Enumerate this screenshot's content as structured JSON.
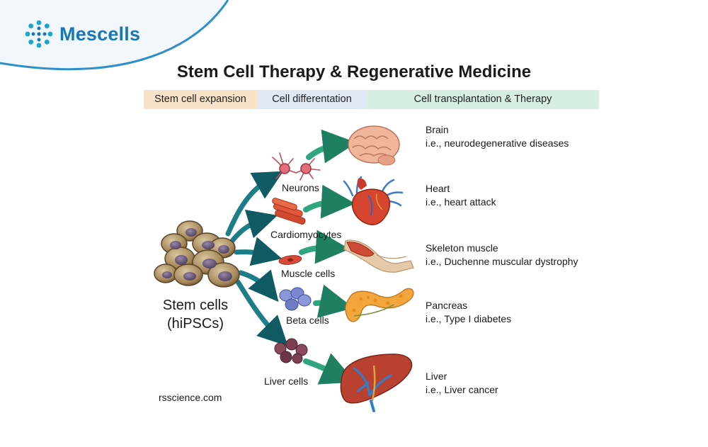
{
  "brand": {
    "name": "Mescells",
    "logo_icon": "dotted-ring-icon",
    "accent": "#1778b5"
  },
  "title": "Stem Cell Therapy & Regenerative Medicine",
  "stages": [
    {
      "label": "Stem cell expansion",
      "color": "#f8e2c8"
    },
    {
      "label": "Cell differentation",
      "color": "#dfe9f5"
    },
    {
      "label": "Cell transplantation & Therapy",
      "color": "#d7efe0"
    }
  ],
  "stem_cells": {
    "line1": "Stem cells",
    "line2": "(hiPSCs)"
  },
  "cell_types": [
    {
      "label": "Neurons"
    },
    {
      "label": "Cardiomyocytes"
    },
    {
      "label": "Muscle cells"
    },
    {
      "label": "Beta cells"
    },
    {
      "label": "Liver cells"
    }
  ],
  "organs": [
    {
      "name": "Brain",
      "disease": "i.e., neurodegenerative diseases"
    },
    {
      "name": "Heart",
      "disease": "i.e., heart attack"
    },
    {
      "name": "Skeleton muscle",
      "disease": "i.e., Duchenne muscular dystrophy"
    },
    {
      "name": "Pancreas",
      "disease": "i.e., Type I diabetes"
    },
    {
      "name": "Liver",
      "disease": "i.e., Liver cancer"
    }
  ],
  "source": "rsscience.com",
  "colors": {
    "arrow_dark": "#0f5a63",
    "arrow_light": "#3fb79a"
  }
}
